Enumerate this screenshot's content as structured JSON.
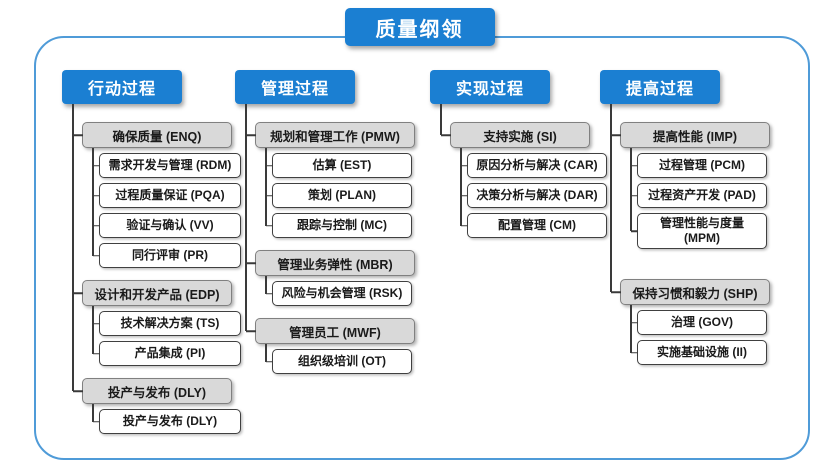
{
  "title": "质量纲领",
  "colors": {
    "header_blue": "#1b7fd2",
    "frame_blue": "#4f9bd8",
    "group_gray": "#d9d9d9",
    "leaf_white": "#ffffff",
    "connector": "#3a3a3a"
  },
  "columns": [
    {
      "header": "行动过程",
      "groups": [
        {
          "label": "确保质量 (ENQ)",
          "children": [
            "需求开发与管理 (RDM)",
            "过程质量保证 (PQA)",
            "验证与确认 (VV)",
            "同行评审 (PR)"
          ]
        },
        {
          "label": "设计和开发产品 (EDP)",
          "children": [
            "技术解决方案 (TS)",
            "产品集成 (PI)"
          ]
        },
        {
          "label": "投产与发布 (DLY)",
          "children": [
            "投产与发布 (DLY)"
          ]
        }
      ]
    },
    {
      "header": "管理过程",
      "groups": [
        {
          "label": "规划和管理工作 (PMW)",
          "children": [
            "估算 (EST)",
            "策划 (PLAN)",
            "跟踪与控制 (MC)"
          ]
        },
        {
          "label": "管理业务弹性 (MBR)",
          "children": [
            "风险与机会管理 (RSK)"
          ]
        },
        {
          "label": "管理员工 (MWF)",
          "children": [
            "组织级培训 (OT)"
          ]
        }
      ]
    },
    {
      "header": "实现过程",
      "groups": [
        {
          "label": "支持实施 (SI)",
          "children": [
            "原因分析与解决 (CAR)",
            "决策分析与解决 (DAR)",
            "配置管理 (CM)"
          ]
        }
      ]
    },
    {
      "header": "提高过程",
      "groups": [
        {
          "label": "提高性能 (IMP)",
          "children": [
            "过程管理 (PCM)",
            "过程资产开发 (PAD)",
            "管理性能与度量 (MPM)"
          ]
        },
        {
          "label": "保持习惯和毅力 (SHP)",
          "children": [
            "治理 (GOV)",
            "实施基础设施 (II)"
          ]
        }
      ]
    }
  ]
}
